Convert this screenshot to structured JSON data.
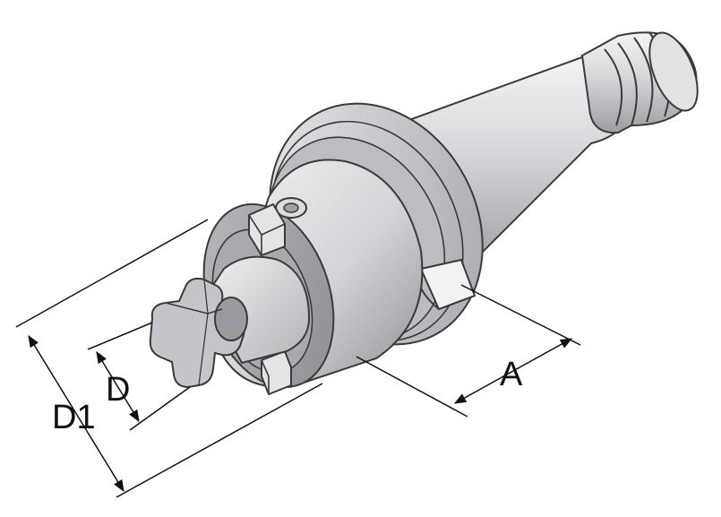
{
  "diagram": {
    "labels": {
      "d1": "D1",
      "d": "D",
      "a": "A"
    },
    "colors": {
      "metal_light": "#e8e8ea",
      "metal_mid": "#c9c9cc",
      "metal_dark": "#8d8d92",
      "outline": "#3a3a3a",
      "dimension_line": "#111111"
    }
  }
}
